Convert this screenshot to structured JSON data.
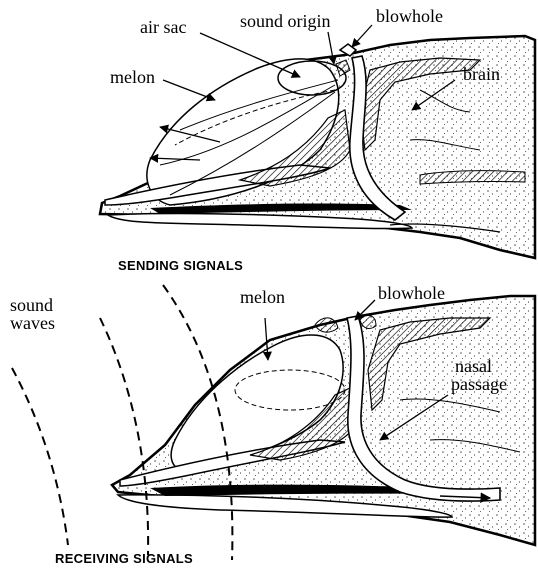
{
  "top_diagram": {
    "labels": {
      "air_sac": "air sac",
      "sound_origin": "sound origin",
      "blowhole": "blowhole",
      "melon": "melon",
      "brain": "brain"
    },
    "caption": "SENDING  SIGNALS"
  },
  "bottom_diagram": {
    "labels": {
      "sound_waves_line1": "sound",
      "sound_waves_line2": "waves",
      "melon": "melon",
      "blowhole": "blowhole",
      "nasal_line1": "nasal",
      "nasal_line2": "passage"
    },
    "caption": "RECEIVING  SIGNALS"
  },
  "colors": {
    "ink": "#000000",
    "paper": "#ffffff",
    "stipple": "#555555"
  }
}
